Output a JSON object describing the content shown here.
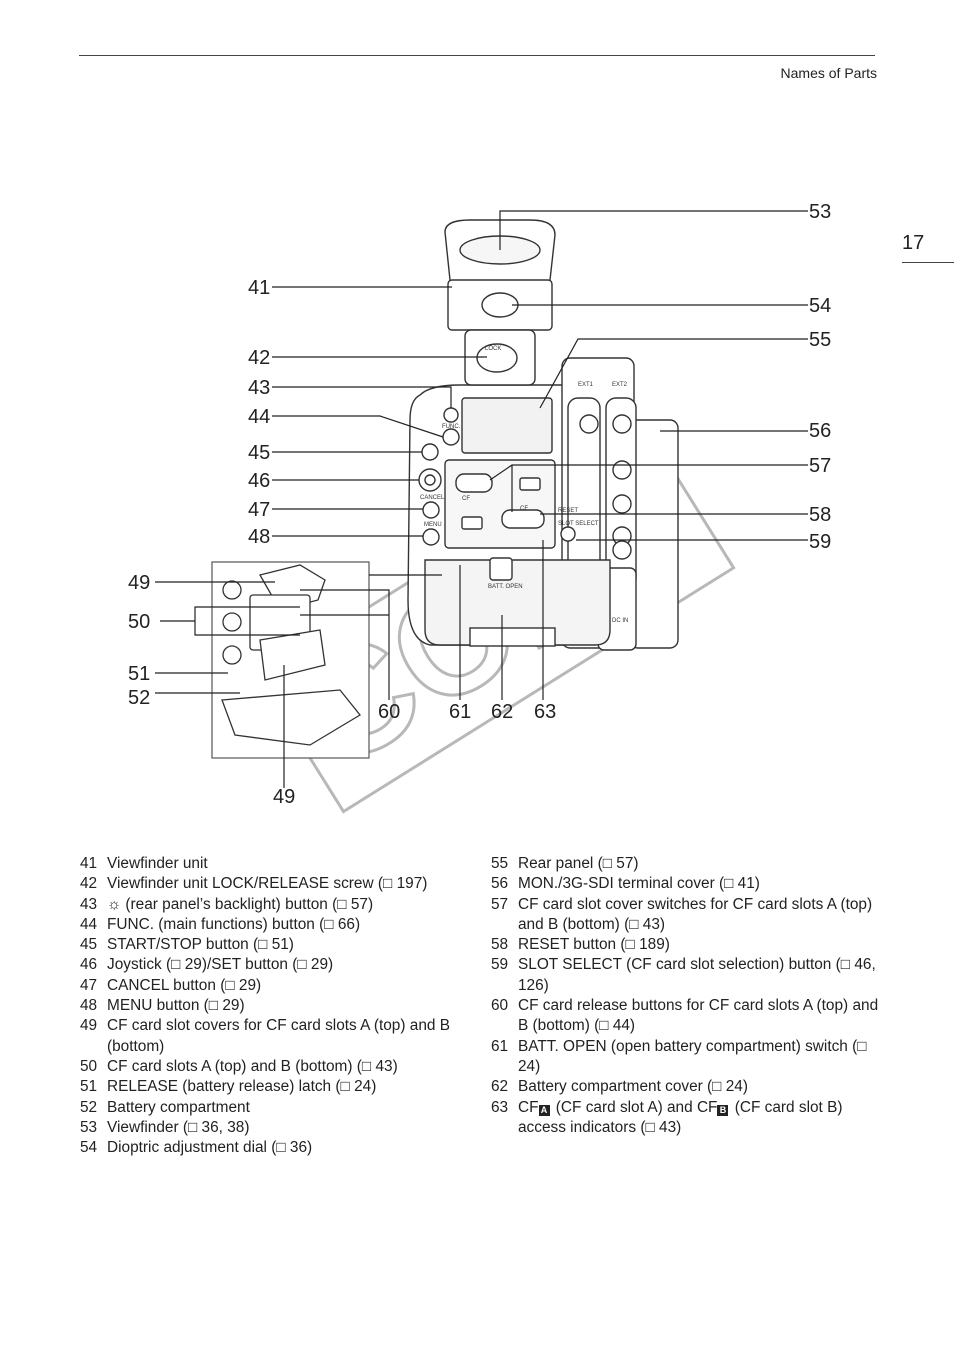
{
  "header": {
    "title": "Names of Parts"
  },
  "page_number": "17",
  "watermark": "COPY",
  "callouts": {
    "41": "41",
    "42": "42",
    "43": "43",
    "44": "44",
    "45": "45",
    "46": "46",
    "47": "47",
    "48": "48",
    "49": "49",
    "50": "50",
    "51": "51",
    "52": "52",
    "53": "53",
    "54": "54",
    "55": "55",
    "56": "56",
    "57": "57",
    "58": "58",
    "59": "59",
    "60": "60",
    "61": "61",
    "62": "62",
    "63": "63"
  },
  "camera_labels": {
    "lock": "LOCK",
    "func": "FUNC.",
    "cancel": "CANCEL",
    "menu": "MENU",
    "ext1": "EXT1",
    "ext2": "EXT2",
    "reset": "RESET",
    "slot_select": "SLOT SELECT",
    "batt_open": "BATT. OPEN",
    "cfa": "CF",
    "cfb": "CF",
    "dc_in": "DC IN"
  },
  "legend_left": [
    {
      "num": "41",
      "text": "Viewfinder unit"
    },
    {
      "num": "42",
      "text": "Viewfinder unit LOCK/RELEASE screw (□ 197)"
    },
    {
      "num": "43",
      "text": "☼ (rear panel’s backlight) button (□ 57)"
    },
    {
      "num": "44",
      "text": "FUNC. (main functions) button (□ 66)"
    },
    {
      "num": "45",
      "text": "START/STOP button (□ 51)"
    },
    {
      "num": "46",
      "text": "Joystick (□ 29)/SET button (□ 29)"
    },
    {
      "num": "47",
      "text": "CANCEL button (□ 29)"
    },
    {
      "num": "48",
      "text": "MENU button (□ 29)"
    },
    {
      "num": "49",
      "text": "CF card slot covers for CF card slots A (top) and B (bottom)"
    },
    {
      "num": "50",
      "text": "CF card slots A (top) and B (bottom) (□ 43)"
    },
    {
      "num": "51",
      "text": "RELEASE (battery release) latch (□ 24)"
    },
    {
      "num": "52",
      "text": "Battery compartment"
    },
    {
      "num": "53",
      "text": "Viewfinder (□ 36, 38)"
    },
    {
      "num": "54",
      "text": "Dioptric adjustment dial (□ 36)"
    }
  ],
  "legend_right": [
    {
      "num": "55",
      "text": "Rear panel (□ 57)"
    },
    {
      "num": "56",
      "text": "MON./3G-SDI terminal cover (□ 41)"
    },
    {
      "num": "57",
      "text": "CF card slot cover switches for CF card slots A (top) and B (bottom) (□ 43)"
    },
    {
      "num": "58",
      "text": "RESET button (□ 189)"
    },
    {
      "num": "59",
      "text": "SLOT SELECT (CF card slot selection) button (□ 46, 126)"
    },
    {
      "num": "60",
      "text": "CF card release buttons for CF card slots A (top) and B (bottom) (□ 44)"
    },
    {
      "num": "61",
      "text": "BATT. OPEN (open battery compartment) switch (□ 24)"
    },
    {
      "num": "62",
      "text": "Battery compartment cover (□ 24)"
    }
  ],
  "legend_item_63": {
    "num": "63",
    "prefix": "CF",
    "badge_a": "A",
    "mid": " (CF card slot A) and CF",
    "badge_b": "B",
    "suffix": " (CF card slot B) access indicators (□ 43)"
  }
}
